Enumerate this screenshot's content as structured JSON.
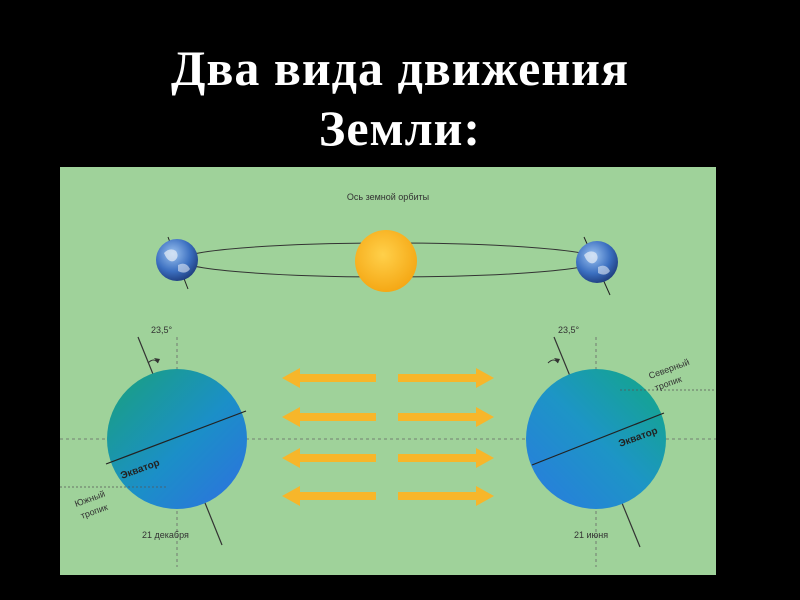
{
  "title": {
    "line1": "Два вида движения",
    "line2": "Земли:"
  },
  "diagram": {
    "background_color": "#9fd29a",
    "orbit_axis_label": "Ось земной орбиты",
    "left": {
      "angle_label": "23,5°",
      "equator_label": "Экватор",
      "tropic_label_line1": "Южный",
      "tropic_label_line2": "тропик",
      "date_label": "21 декабря"
    },
    "right": {
      "angle_label": "23,5°",
      "equator_label": "Экватор",
      "tropic_label_line1": "Северный",
      "tropic_label_line2": "тропик",
      "date_label": "21 июня"
    },
    "arrow_color": "#f7b62a",
    "sun_color": "#f8b21a"
  }
}
